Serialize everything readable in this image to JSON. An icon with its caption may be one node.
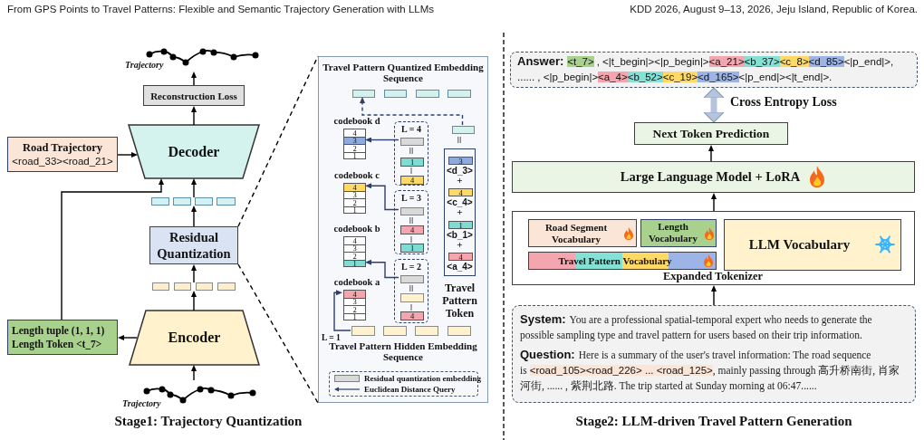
{
  "diagram": {
    "nodes": [
      {
        "text": [
          "Trajectory"
        ]
      },
      {
        "text": [
          "Reconstruction Loss"
        ]
      },
      {
        "text": [
          "Decoder"
        ]
      },
      {
        "text": [
          "Road Trajectory",
          "<road_33><road_21>"
        ]
      },
      {
        "text": [],
        "shape": "box"
      },
      {
        "text": [
          "Residual Quantization"
        ]
      },
      {
        "text": [],
        "shape": "box"
      },
      {
        "text": [
          "Length tuple (1, 1, 1)",
          "Length Token <t_7>"
        ]
      },
      {
        "text": [
          "Encoder"
        ]
      },
      {
        "text": [
          "Trajectory"
        ]
      },
      {
        "text": [
          "Travel Pattern Quantized Embedding Sequence",
          "Travel Pattern Hidden Embedding Sequence"
        ]
      },
      {
        "text": [],
        "shape": "box",
        "in": 10
      },
      {
        "text": [],
        "shape": "box",
        "in": 10
      },
      {
        "text": [
          "codebook d",
          "4",
          "3",
          "2",
          "1"
        ],
        "in": 10
      },
      {
        "text": [
          "L = 4"
        ],
        "in": 10
      },
      {
        "text": [],
        "shape": "box",
        "in": 14
      },
      {
        "text": [
          "1"
        ],
        "in": 14
      },
      {
        "text": [
          "4"
        ],
        "in": 14
      },
      {
        "text": [
          "3",
          "<d_3>",
          "+",
          "4",
          "<c_4>",
          "+",
          "1",
          "<b_1>",
          "+",
          "4",
          "<a_4>",
          "Travel Pattern Token"
        ],
        "in": 10
      },
      {
        "text": [
          "codebook c",
          "4",
          "3",
          "2",
          "1"
        ],
        "in": 10
      },
      {
        "text": [
          "L = 3"
        ],
        "in": 10
      },
      {
        "text": [],
        "shape": "box",
        "in": 20
      },
      {
        "text": [
          "4"
        ],
        "in": 20
      },
      {
        "text": [
          "1"
        ],
        "in": 20
      },
      {
        "text": [
          "codebook b",
          "4",
          "3",
          "2",
          "1"
        ],
        "in": 10
      },
      {
        "text": [
          "L = 2"
        ],
        "in": 10
      },
      {
        "text": [],
        "shape": "box",
        "in": 25
      },
      {
        "text": [],
        "shape": "box",
        "in": 25
      },
      {
        "text": [
          "4"
        ],
        "in": 25
      },
      {
        "text": [
          "codebook a",
          "4",
          "3",
          "2",
          "1"
        ],
        "in": 10
      },
      {
        "text": [],
        "shape": "box",
        "in": 10
      },
      {
        "text": [
          "Answer:",
          "<t_7>",
          ", <|t_begin|><|p_begin|>",
          "<a_21>",
          "<b_37>",
          "<c_8>",
          "<d_85>",
          "<|p_end|>, ...... , <|p_begin|>",
          "<a_4>",
          "<b_52>",
          "<c_19>",
          "<d_165>",
          "<|p_end|><|t_end|>."
        ]
      },
      {
        "text": [
          "Next Token Prediction"
        ]
      },
      {
        "text": [
          "Large Language Model + LoRA"
        ]
      },
      {
        "text": [
          "Expanded Tokenizer"
        ]
      },
      {
        "text": [
          "Road Segment Vocabulary"
        ],
        "in": 34
      },
      {
        "text": [
          "Length Vocabulary"
        ],
        "in": 34
      },
      {
        "text": [
          "Travel Pattern Vocabulary"
        ],
        "in": 34
      },
      {
        "text": [
          "LLM Vocabulary"
        ],
        "in": 34
      },
      {
        "text": [
          "System:",
          "You are a professional spatial-temporal expert who needs to generate the possible sampling type and travel pattern for users based on their trip information.",
          "Question:",
          "Here is a summary of the user's travel information: The road sequence is",
          "<road_105><road_226> ... <road_125>",
          ", mainly passing through 高升桥南街, 肖家河街, ...... , 紫荆北路. The trip started at Sunday morning at 06:47......"
        ]
      }
    ],
    "edges": [
      {
        "from": 1,
        "to": 0,
        "arrow": "to"
      },
      {
        "from": 2,
        "to": 1,
        "arrow": "to"
      },
      {
        "from": 3,
        "to": 2,
        "arrow": "to"
      },
      {
        "from": 4,
        "to": 2,
        "arrow": "to"
      },
      {
        "from": 5,
        "to": 4,
        "arrow": "to"
      },
      {
        "from": 6,
        "to": 5,
        "arrow": "to"
      },
      {
        "from": 8,
        "to": 6,
        "arrow": "to"
      },
      {
        "from": 9,
        "to": 8,
        "arrow": "to"
      },
      {
        "from": 8,
        "to": 7,
        "arrow": "to"
      },
      {
        "from": 7,
        "to": 2,
        "arrow": "to"
      },
      {
        "from": 15,
        "to": 13,
        "arrow": "to",
        "color": "#2f3f6b"
      },
      {
        "from": 21,
        "to": 19,
        "arrow": "to",
        "color": "#2f3f6b"
      },
      {
        "from": 26,
        "to": 24,
        "arrow": "to",
        "color": "#2f3f6b"
      },
      {
        "from": 30,
        "to": 29,
        "arrow": "to",
        "label": "L = 1",
        "color": "#2f3f6b"
      },
      {
        "from": 12,
        "to": 11,
        "arrow": "to",
        "style": "dashed",
        "color": "#2f3f6b"
      },
      {
        "from": 39,
        "to": 34,
        "arrow": "to"
      },
      {
        "from": 34,
        "to": 33,
        "arrow": "to"
      },
      {
        "from": 33,
        "to": 32,
        "arrow": "to"
      },
      {
        "from": 32,
        "to": 31,
        "arrow": "both",
        "label": "Cross Entropy Loss",
        "style": "thick",
        "color": "#b4c3de"
      },
      {
        "from": 5,
        "to": 10,
        "arrow": "none",
        "style": "dashed"
      },
      {
        "from": 5,
        "to": 10,
        "arrow": "none",
        "style": "dashed"
      }
    ],
    "labels": [
      "From GPS Points to Travel Patterns: Flexible and Semantic Trajectory Generation with LLMs",
      "KDD 2026, August 9–13, 2026, Jeju Island, Republic of Korea.",
      "Stage1: Trajectory Quantization",
      "Stage2: LLM-driven Travel Pattern Generation"
    ],
    "legend": [
      {
        "text": "Residual quantization embedding",
        "color": "#d9d9d9"
      },
      {
        "text": "Euclidean Distance Query"
      }
    ]
  }
}
